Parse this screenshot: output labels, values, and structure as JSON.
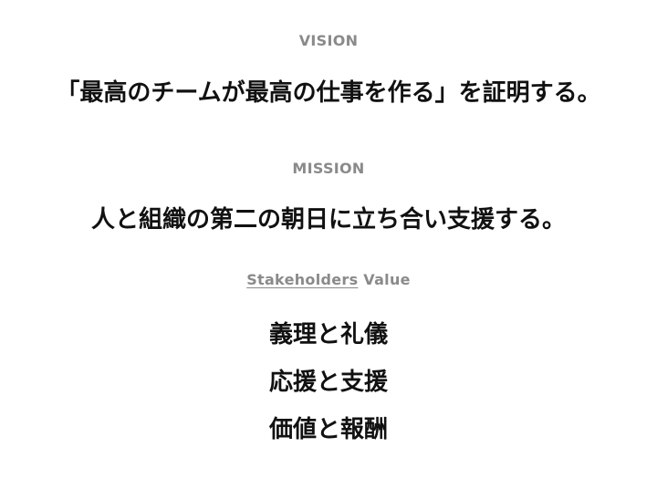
{
  "vision": {
    "label": "VISION",
    "text": "「最高のチームが最高の仕事を作る」を証明する。"
  },
  "mission": {
    "label": "MISSION",
    "text": "人と組織の第二の朝日に立ち合い支援する。"
  },
  "values": {
    "label_underlined": "Stakeholders",
    "label_rest": " Value",
    "items": [
      "義理と礼儀",
      "応援と支援",
      "価値と報酬"
    ]
  }
}
